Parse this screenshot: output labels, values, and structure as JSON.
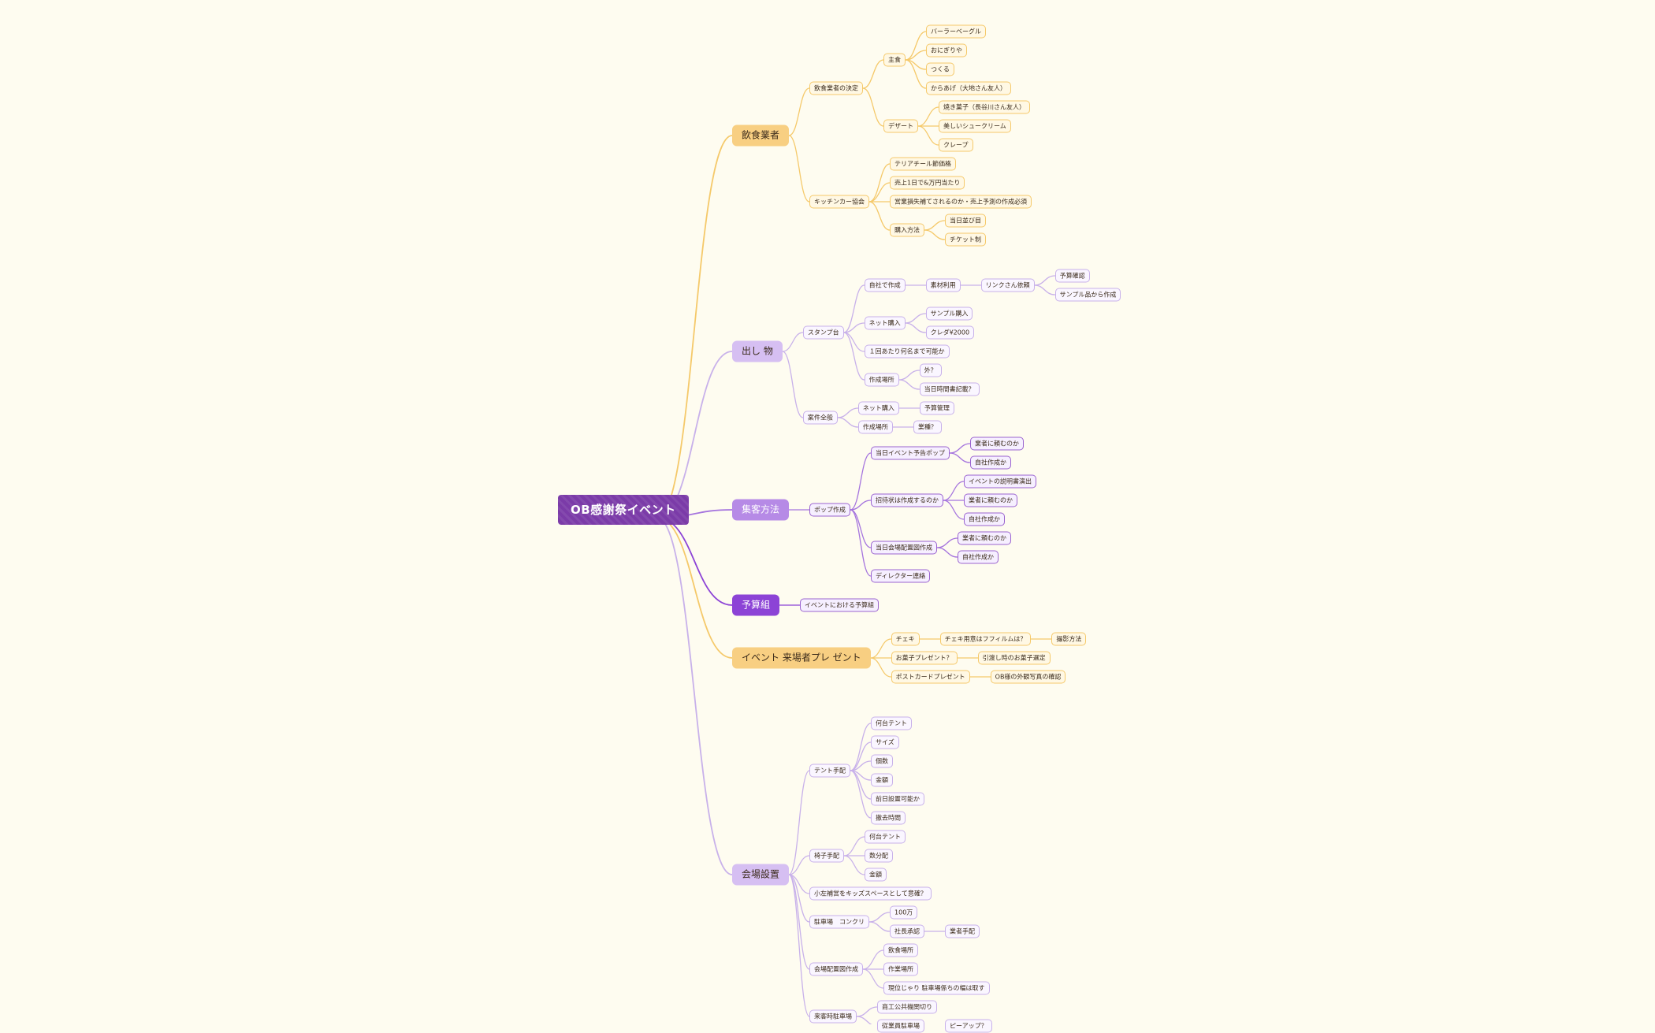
{
  "colors": {
    "background": "#fefcf0",
    "root": "#7b3ba8",
    "yellow_branch": "#f5c96a",
    "purple_branch": "#c8b1ea",
    "mid_purple": "#b68ae6",
    "dark_purple": "#8c43d6"
  },
  "root": {
    "label": "OB感謝祭イベント"
  },
  "branches": [
    {
      "label": "飲食業者",
      "color": "yellow",
      "children": [
        {
          "label": "飲食業者の決定",
          "children": [
            {
              "label": "主食",
              "children": [
                {
                  "label": "バーラーベーグル"
                },
                {
                  "label": "おにぎりや"
                },
                {
                  "label": "つくる"
                },
                {
                  "label": "からあげ（大地さん友人）"
                }
              ]
            },
            {
              "label": "デザート",
              "children": [
                {
                  "label": "焼き菓子（長谷川さん友人）"
                },
                {
                  "label": "美しいシュークリーム"
                },
                {
                  "label": "クレープ"
                }
              ]
            }
          ]
        },
        {
          "label": "キッチンカー協会",
          "children": [
            {
              "label": "テリアチール節価格"
            },
            {
              "label": "売上1日で&万円当たり"
            },
            {
              "label": "営業損失補てされるのか・売上予測の作成必須"
            },
            {
              "label": "購入方法",
              "children": [
                {
                  "label": "当日並び目"
                },
                {
                  "label": "チケット制"
                }
              ]
            }
          ]
        }
      ]
    },
    {
      "label": "出し 物",
      "color": "purple",
      "children": [
        {
          "label": "スタンプ台",
          "children": [
            {
              "label": "自社で作成",
              "children": [
                {
                  "label": "素材利用",
                  "children": [
                    {
                      "label": "リンクさん依頼",
                      "children": [
                        {
                          "label": "予算確認"
                        },
                        {
                          "label": "サンプル品から作成"
                        }
                      ]
                    }
                  ]
                }
              ]
            },
            {
              "label": "ネット購入",
              "children": [
                {
                  "label": "サンプル購入"
                },
                {
                  "label": "クレダ¥2000"
                }
              ]
            },
            {
              "label": "１回あたり何名まで可能か"
            },
            {
              "label": "作成場所",
              "children": [
                {
                  "label": "外？"
                },
                {
                  "label": "当日時間書記載？"
                }
              ]
            }
          ]
        },
        {
          "label": "案件全般",
          "children": [
            {
              "label": "ネット購入",
              "children": [
                {
                  "label": "予算管理"
                }
              ]
            },
            {
              "label": "作成場所",
              "children": [
                {
                  "label": "業種？"
                }
              ]
            }
          ]
        }
      ]
    },
    {
      "label": "集客方法",
      "color": "mid",
      "children": [
        {
          "label": "ポップ作成",
          "children": [
            {
              "label": "当日イベント予告ポップ",
              "children": [
                {
                  "label": "業者に頼むのか"
                },
                {
                  "label": "自社作成か"
                }
              ]
            },
            {
              "label": "招待状は作成するのか",
              "children": [
                {
                  "label": "イベントの説明書演出"
                },
                {
                  "label": "業者に頼むのか"
                },
                {
                  "label": "自社作成か"
                }
              ]
            },
            {
              "label": "当日会場配置図作成",
              "children": [
                {
                  "label": "業者に頼むのか"
                },
                {
                  "label": "自社作成か"
                }
              ]
            },
            {
              "label": "ディレクター連絡"
            }
          ]
        }
      ]
    },
    {
      "label": "予算組",
      "color": "dark",
      "children": [
        {
          "label": "イベントにおける予算組"
        }
      ]
    },
    {
      "label": "イベント 来場者プレ ゼント",
      "color": "yellow",
      "children": [
        {
          "label": "チェキ",
          "children": [
            {
              "label": "チェキ用意はフフィルムは？",
              "children": [
                {
                  "label": "撮影方法"
                }
              ]
            }
          ]
        },
        {
          "label": "お菓子プレゼント？",
          "children": [
            {
              "label": "引渡し時のお菓子選定"
            }
          ]
        },
        {
          "label": "ポストカードプレゼント",
          "children": [
            {
              "label": "OB様の外観写真の確認"
            }
          ]
        }
      ]
    },
    {
      "label": "会場設置",
      "color": "purple",
      "children": [
        {
          "label": "テント手配",
          "children": [
            {
              "label": "何台テント"
            },
            {
              "label": "サイズ"
            },
            {
              "label": "個数"
            },
            {
              "label": "金額"
            },
            {
              "label": "前日設置可能か"
            },
            {
              "label": "撤去時間"
            }
          ]
        },
        {
          "label": "椅子手配",
          "children": [
            {
              "label": "何台テント"
            },
            {
              "label": "数分配"
            },
            {
              "label": "金額"
            }
          ]
        },
        {
          "label": "小左補営をキッズスペースとして意確？"
        },
        {
          "label": "駐車場　コンクリ",
          "children": [
            {
              "label": "100万"
            },
            {
              "label": "社長承認",
              "children": [
                {
                  "label": "業者手配"
                }
              ]
            }
          ]
        },
        {
          "label": "会場配置図作成",
          "children": [
            {
              "label": "飲食場所"
            },
            {
              "label": "作業場所"
            },
            {
              "label": "現位じゃり 駐車場係ちの幅は取す"
            }
          ]
        },
        {
          "label": "来客時駐車場",
          "children": [
            {
              "label": "商工公共機関切り"
            },
            {
              "label": "従業員駐車場",
              "children": [
                {
                  "label": "ピーアップ？"
                }
              ]
            }
          ]
        }
      ]
    }
  ]
}
